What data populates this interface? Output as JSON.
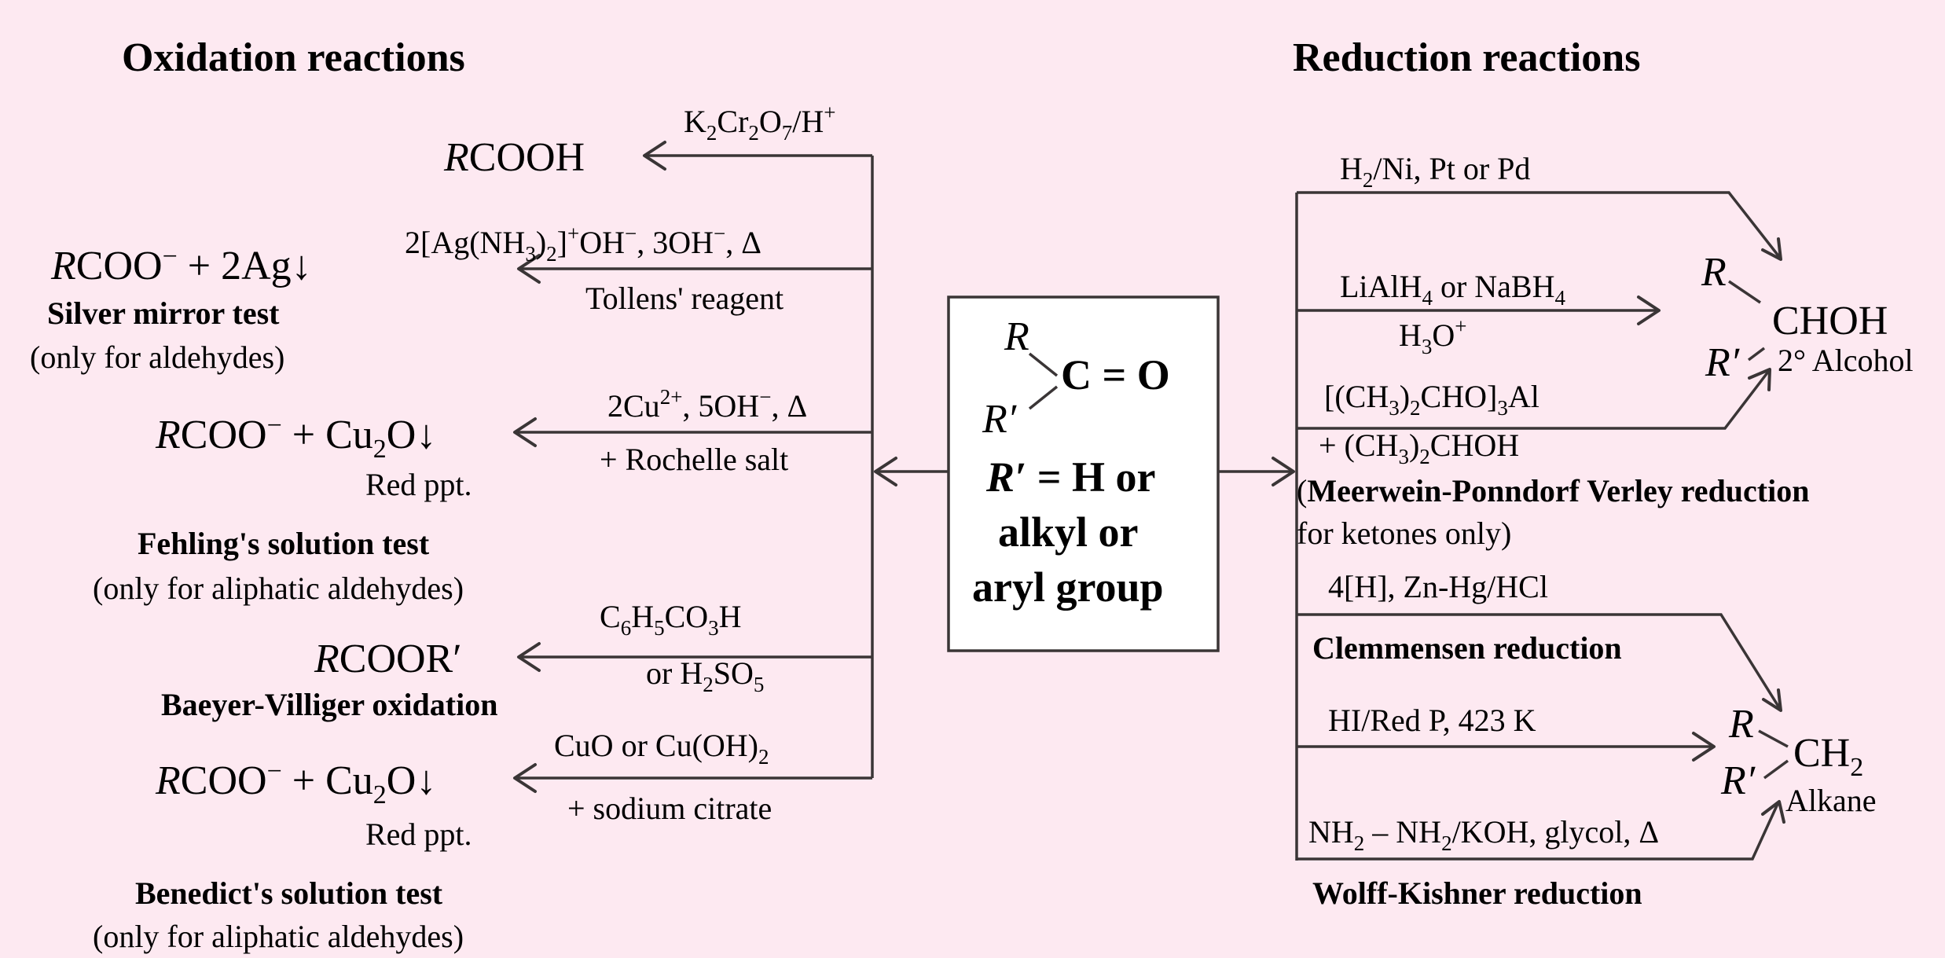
{
  "headings": {
    "oxidation": "Oxidation reactions",
    "reduction": "Reduction reactions"
  },
  "center": {
    "r": "R",
    "carbonyl": "C = O",
    "r_prime": "R′",
    "line1_rest": " = H or",
    "line2": "alkyl or",
    "line3": "aryl group"
  },
  "oxidation": {
    "kmno": {
      "product": "COOH",
      "reagent_prefix": "K",
      "reagent_suffix": "/H"
    },
    "tollens": {
      "product_a": "COO",
      "product_b": " + 2Ag↓",
      "reagent_a": "2[Ag(NH",
      "reagent_b": ")",
      "reagent_c": "]",
      "reagent_d": "OH",
      "reagent_e": ", 3OH",
      "reagent_f": ", Δ",
      "reagent_name": "Tollens' reagent",
      "test_name": "Silver mirror test",
      "note": "(only for aldehydes)"
    },
    "fehling": {
      "product_a": "COO",
      "product_b": " + Cu",
      "product_c": "O↓",
      "reagent_a": "2Cu",
      "reagent_b": ", 5OH",
      "reagent_c": ", Δ",
      "reagent_extra": "+ Rochelle salt",
      "ppt": "Red ppt.",
      "test_name": "Fehling's solution test",
      "note": "(only for aliphatic aldehydes)"
    },
    "baeyer": {
      "product": "COOR′",
      "reagent_a": "C",
      "reagent_b": "H",
      "reagent_c": "CO",
      "reagent_d": "H",
      "reagent_extra_a": "or H",
      "reagent_extra_b": "SO",
      "name": "Baeyer-Villiger oxidation"
    },
    "benedict": {
      "product_a": "COO",
      "product_b": " + Cu",
      "product_c": "O↓",
      "reagent_a": "CuO or Cu(OH)",
      "reagent_extra": "+ sodium citrate",
      "ppt": "Red ppt.",
      "test_name": "Benedict's solution test",
      "note": "(only for aliphatic aldehydes)"
    }
  },
  "reduction": {
    "h2": {
      "a": "H",
      "b": "/Ni, Pt or Pd"
    },
    "lialh4": {
      "a": "LiAlH",
      "b": " or NaBH",
      "c": "H",
      "d": "O"
    },
    "mpv": {
      "a": "[(CH",
      "b": ")",
      "c": "CHO]",
      "d": "Al",
      "e": "+ (CH",
      "f": ")",
      "g": "CHOH",
      "name_open": "(",
      "name_bold": "Meerwein-Ponndorf Verley reduction",
      "name_rest": "for ketones only)"
    },
    "alcohol": {
      "r": "R",
      "r_prime": "R′",
      "formula": "CHOH",
      "label": "2° Alcohol"
    },
    "clemmensen": {
      "reagent": "4[H], Zn-Hg/HCl",
      "name": "Clemmensen reduction"
    },
    "hi": {
      "reagent": "HI/Red P, 423 K"
    },
    "wolff": {
      "a": "NH",
      "b": " – NH",
      "c": "/KOH, glycol, Δ",
      "name": "Wolff-Kishner reduction"
    },
    "alkane": {
      "r": "R",
      "r_prime": "R′",
      "formula_a": "CH",
      "label": "Alkane"
    }
  },
  "symbols": {
    "two": "2",
    "three": "3",
    "four": "4",
    "five": "5",
    "six": "6",
    "seven": "7",
    "plus": "+",
    "minus": "−",
    "two_plus": "2+"
  }
}
